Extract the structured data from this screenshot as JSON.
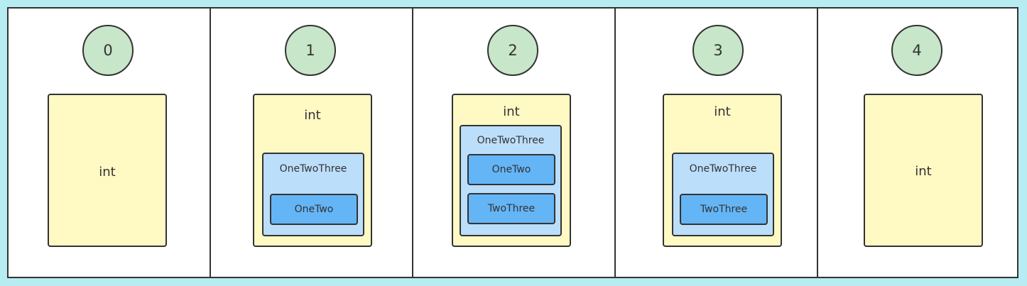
{
  "diagram": {
    "panels": [
      {
        "index": "0",
        "outer_label": "int"
      },
      {
        "index": "1",
        "outer_label": "int",
        "middle_label": "OneTwoThree",
        "inner": [
          "OneTwo"
        ]
      },
      {
        "index": "2",
        "outer_label": "int",
        "middle_label": "OneTwoThree",
        "inner": [
          "OneTwo",
          "TwoThree"
        ]
      },
      {
        "index": "3",
        "outer_label": "int",
        "middle_label": "OneTwoThree",
        "inner": [
          "TwoThree"
        ]
      },
      {
        "index": "4",
        "outer_label": "int"
      }
    ]
  },
  "colors": {
    "background": "#b6ecf2",
    "circle": "#c8e6c9",
    "outer_box": "#fff9c4",
    "middle_box": "#bbdefb",
    "inner_box": "#64b5f6",
    "stroke": "#333333"
  }
}
